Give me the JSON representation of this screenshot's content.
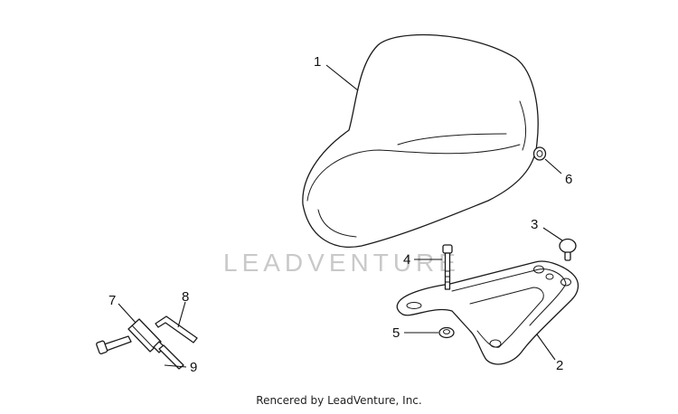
{
  "watermark": {
    "text": "LEADVENTURE",
    "logo_icon": "leadventure-logo-icon"
  },
  "callouts": [
    "1",
    "2",
    "3",
    "4",
    "5",
    "6",
    "7",
    "8",
    "9"
  ],
  "footer": {
    "credit": "Rencered by LeadVenture, Inc."
  },
  "colors": {
    "line": "#1a1a1a",
    "watermark": "#c9c9c9",
    "background": "#ffffff"
  }
}
